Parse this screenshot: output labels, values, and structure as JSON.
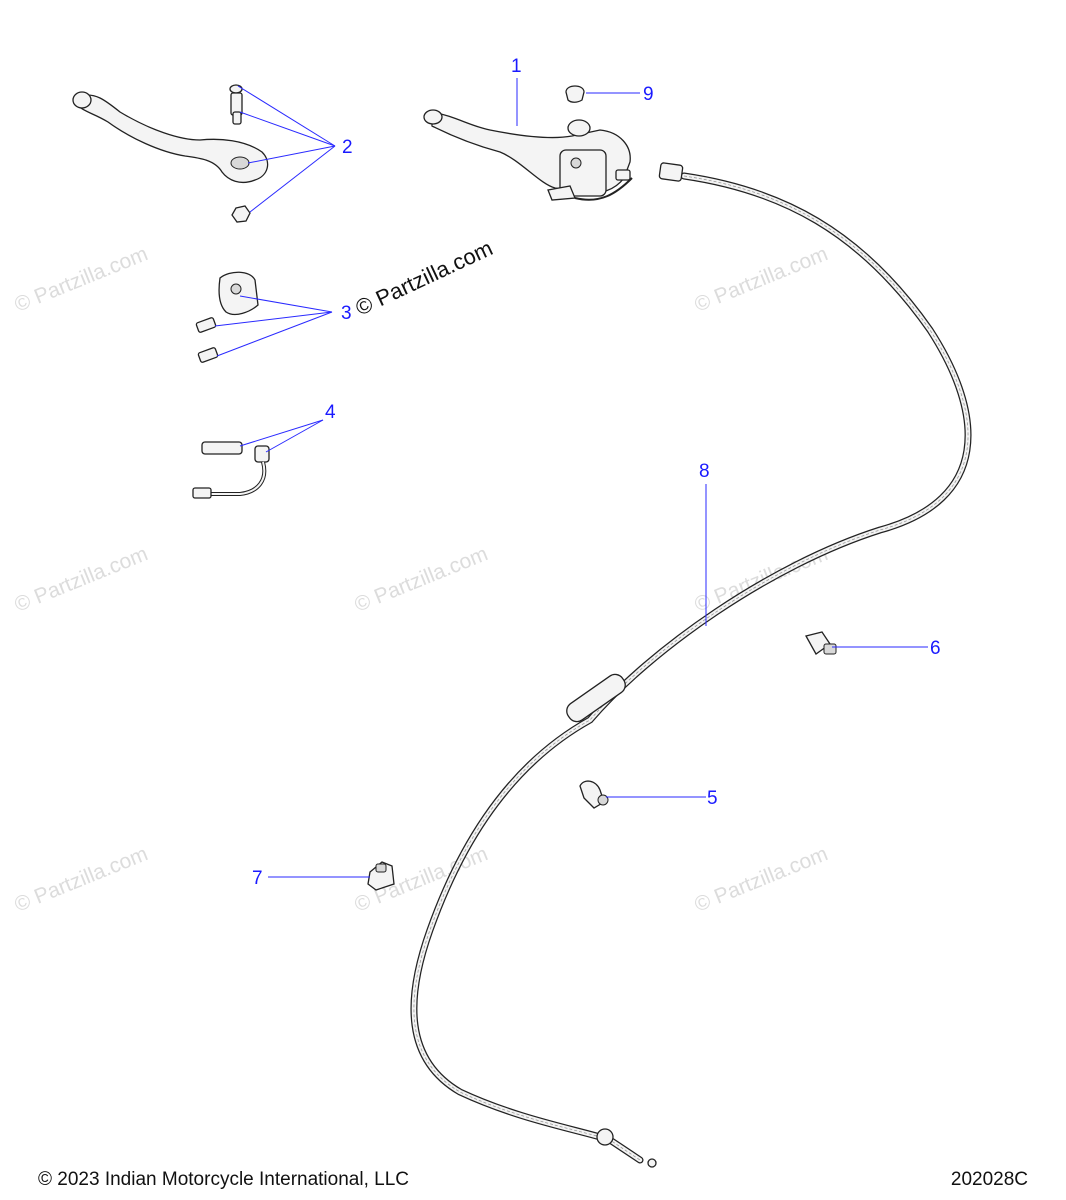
{
  "diagram": {
    "watermark": "© Partzilla.com",
    "callouts": [
      "1",
      "2",
      "3",
      "4",
      "5",
      "6",
      "7",
      "8",
      "9"
    ]
  },
  "footer": {
    "copyright": "© 2023 Indian Motorcycle International, LLC",
    "code": "202028C"
  }
}
